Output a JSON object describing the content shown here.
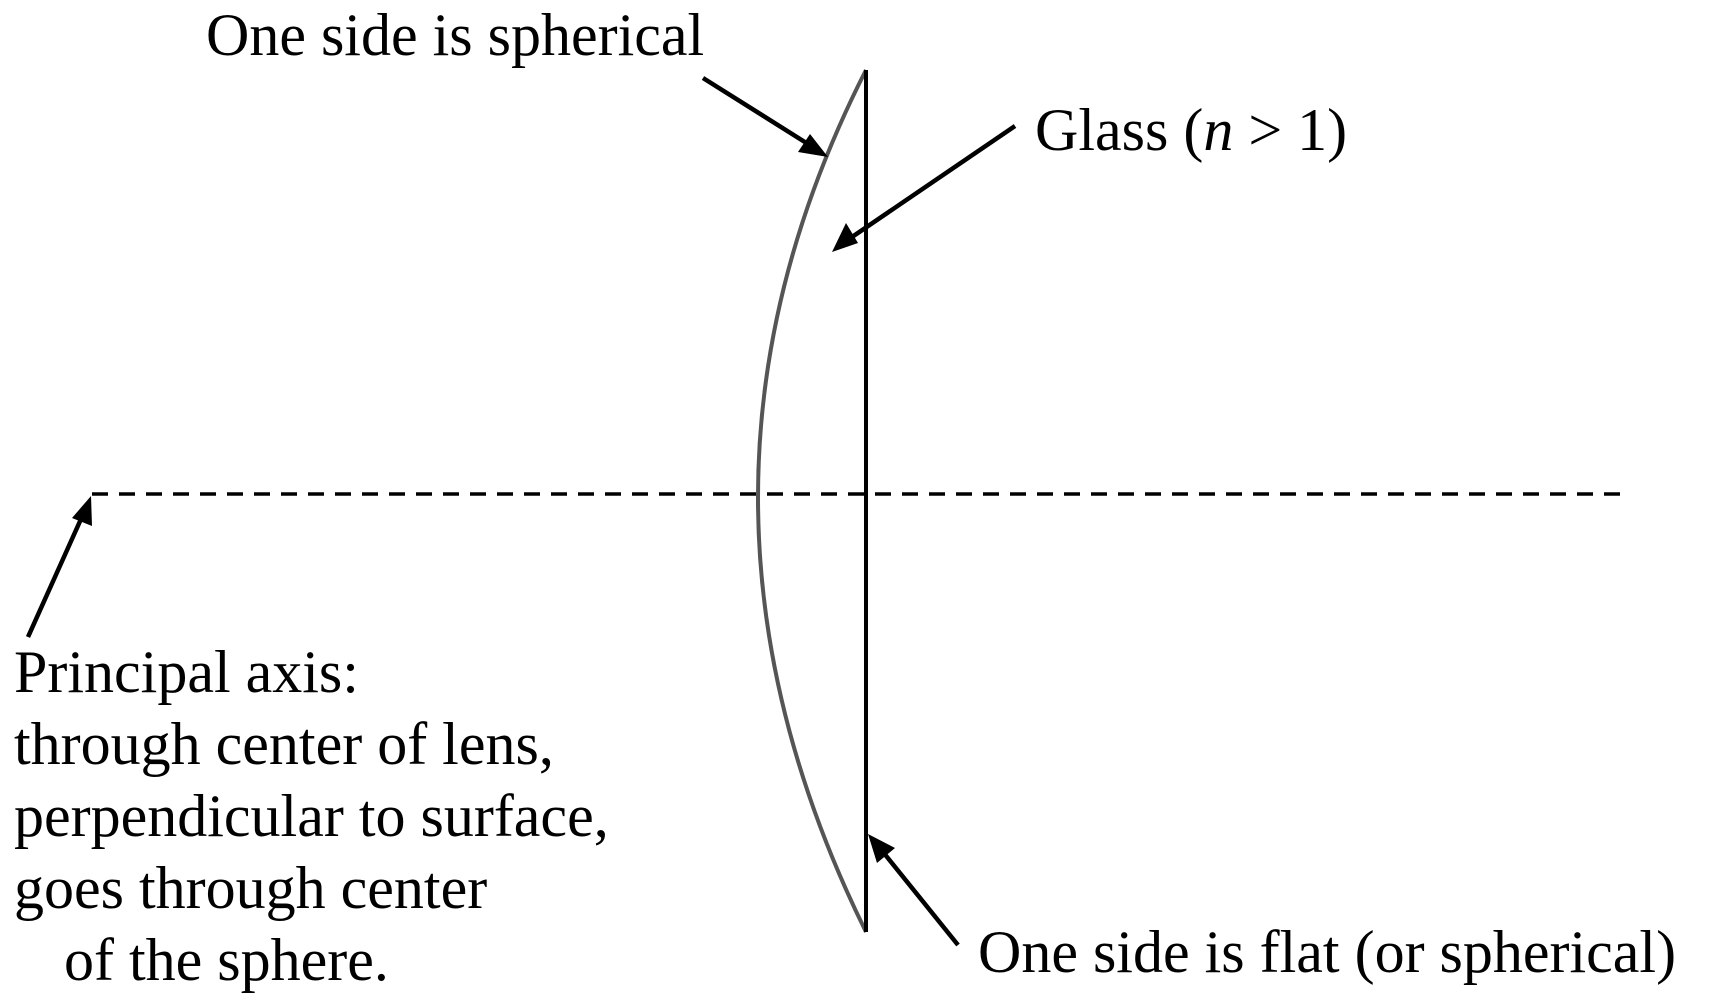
{
  "labels": {
    "spherical_side": "One side is spherical",
    "glass_prefix": "Glass (",
    "glass_n": "n",
    "glass_suffix": " > 1)",
    "flat_side": "One side is flat (or spherical)",
    "axis_line1": "Principal axis:",
    "axis_line2": "through center of lens,",
    "axis_line3": "perpendicular to surface,",
    "axis_line4": "goes through center",
    "axis_line5": "of the sphere."
  },
  "colors": {
    "ink": "#000000",
    "lens_curve": "#555555",
    "background": "#ffffff"
  }
}
